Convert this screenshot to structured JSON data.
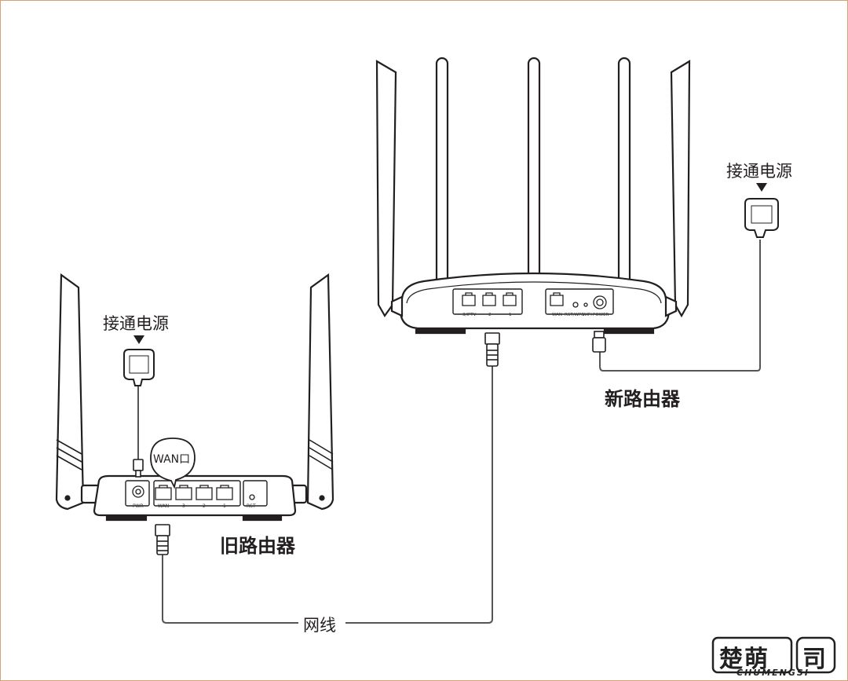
{
  "labels": {
    "power_right": "接通电源",
    "power_left": "接通电源",
    "new_router": "新路由器",
    "old_router": "旧路由器",
    "cable": "网线",
    "wan_callout": "WAN口"
  },
  "old_router_ports": [
    "PWR",
    "WAN",
    "3",
    "2",
    "1",
    "RST"
  ],
  "new_router_ports": [
    "3/IPTV",
    "2",
    "1",
    "WAN",
    "RST/WPS",
    "WIFI",
    "POWER"
  ],
  "watermark": {
    "logo_text": "楚萌",
    "logo_suffix": "司",
    "brand": "CHUMENGSI"
  },
  "colors": {
    "line": "#231f20",
    "cable": "#555555",
    "frame": "#d8a070"
  }
}
